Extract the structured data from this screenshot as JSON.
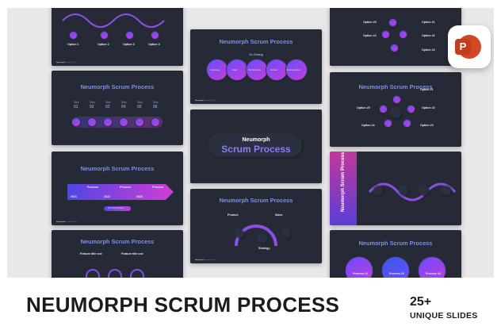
{
  "product": {
    "title": "NEUMORPH SCRUM PROCESS",
    "slide_count": "25+",
    "slide_count_label": "UNIQUE SLIDES"
  },
  "app_icon": {
    "name": "powerpoint-icon",
    "letter": "P",
    "color": "#d24726"
  },
  "theme": {
    "slide_bg": "#262a36",
    "accent_from": "#4f46e5",
    "accent_to": "#c53fd6",
    "title_color": "#7f8fe0"
  },
  "slides": {
    "title_text": "Neumorph Scrum Process",
    "footer_brand": "Neumorph",
    "footer_rest": "Scrum Process",
    "hero": {
      "line1": "Neumorph",
      "line2": "Scrum Process"
    },
    "options": [
      "Option 1",
      "Option 2",
      "Option 3",
      "Option 4"
    ],
    "options_hash": [
      "Option #1",
      "Option #2",
      "Option #3",
      "Option #4",
      "Option #5"
    ],
    "steps_top": [
      "Step",
      "Step",
      "Step",
      "Step",
      "Step",
      "Step"
    ],
    "steps_num": [
      "01",
      "02",
      "03",
      "04",
      "05",
      "06"
    ],
    "stages": [
      "Grooming",
      "Daily",
      "Performance",
      "Review",
      "Retrospective"
    ],
    "our_strategy": "Our Strategy",
    "process_labels": [
      "Process",
      "Process",
      "Process"
    ],
    "years": [
      "2021",
      "2022",
      "2023"
    ],
    "pill": "Our Commitment",
    "pst": {
      "product": "Product",
      "sales": "Sales",
      "strategy": "Strategy"
    },
    "feature_title": "Feature title one",
    "processes": [
      "Process #1",
      "Process #2",
      "Process #3"
    ],
    "vertical_title": "Neumorph Scrum Process"
  }
}
